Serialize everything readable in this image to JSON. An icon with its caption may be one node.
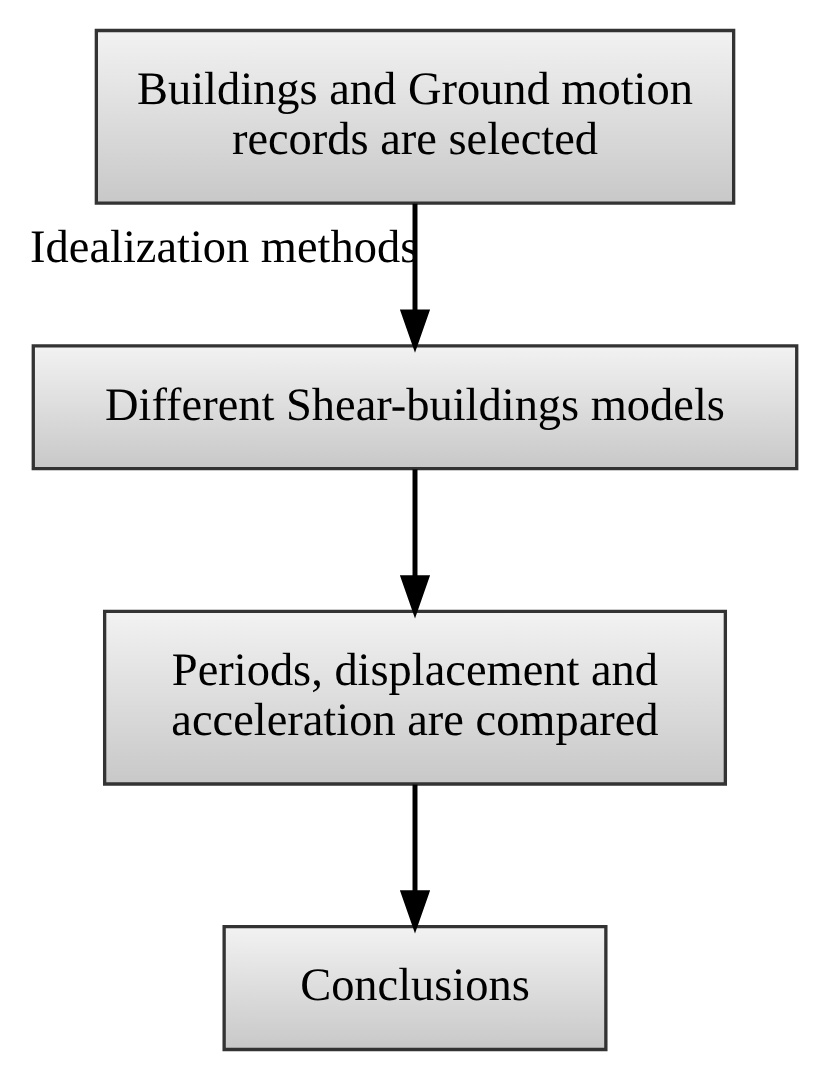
{
  "diagram": {
    "nodes": [
      {
        "text": [
          "Buildings and Ground motion records are selected"
        ]
      },
      {
        "text": [
          "Different Shear-buildings models"
        ]
      },
      {
        "text": [
          "Periods, displacement and acceleration are compared"
        ]
      },
      {
        "text": [
          "Conclusions"
        ]
      }
    ],
    "edges": [
      {
        "from": 0,
        "to": 1,
        "arrow": "to",
        "label": "Idealization methods"
      },
      {
        "from": 1,
        "to": 2,
        "arrow": "to"
      },
      {
        "from": 2,
        "to": 3,
        "arrow": "to"
      }
    ]
  }
}
